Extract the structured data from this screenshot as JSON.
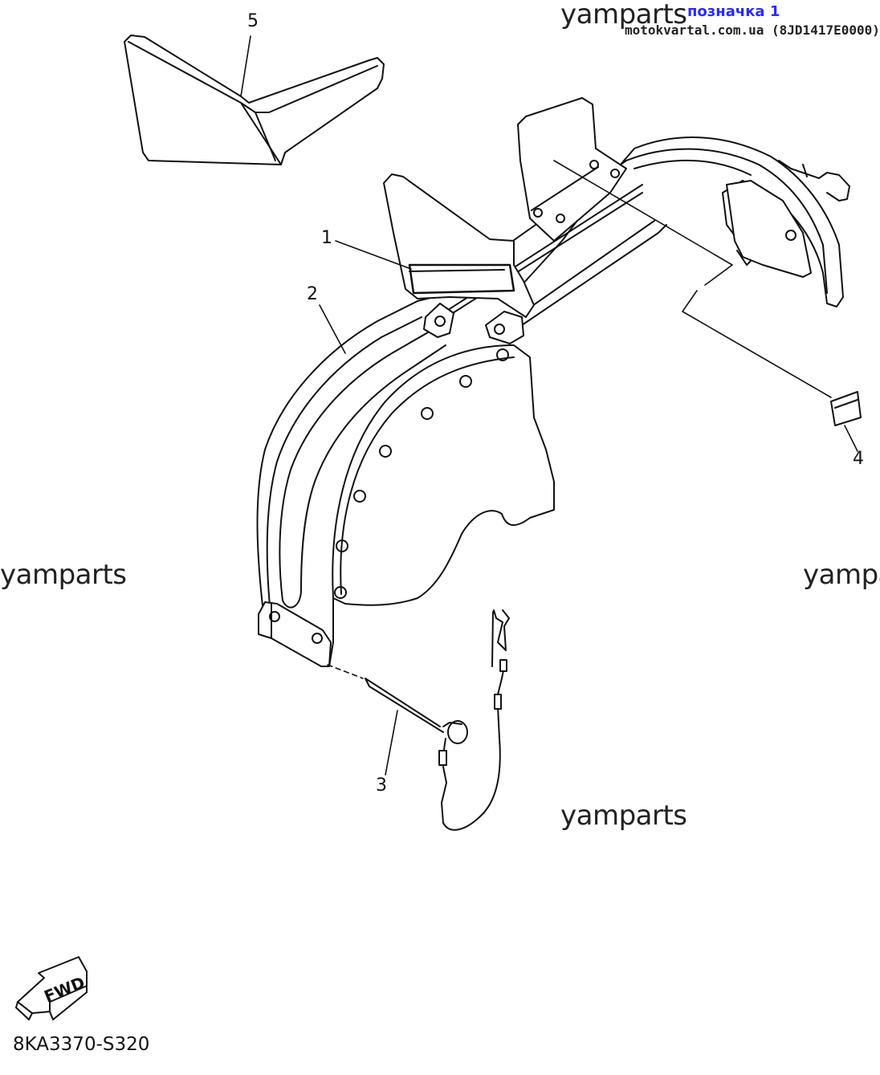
{
  "header": {
    "watermark": "yamparts",
    "link_label": "позначка 1",
    "site_ref": "motokvartal.com.ua (8JD1417E0000)"
  },
  "watermarks": [
    "yamparts",
    "yamparts",
    "yamparts"
  ],
  "callouts": {
    "c1": "1",
    "c2": "2",
    "c3": "3",
    "c4": "4",
    "c5": "5"
  },
  "fwd_label": "FWD",
  "part_code": "8KA3370-S320",
  "colors": {
    "ink": "#111111",
    "link": "#2a2aff",
    "paper": "#ffffff"
  }
}
